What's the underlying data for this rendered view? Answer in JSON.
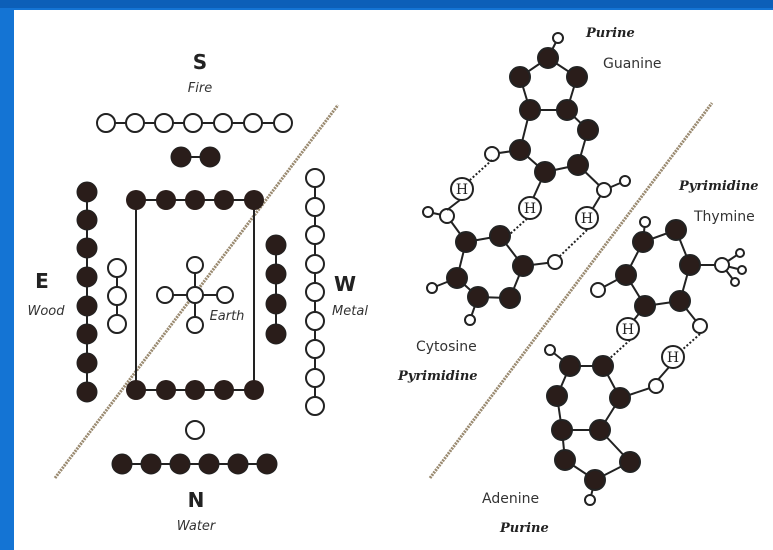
{
  "colors": {
    "frame": "#1474d4",
    "panel": "#ffffff",
    "dark_circle": "#2a1d1a",
    "line": "#222222",
    "diagonal": "#9a8a70"
  },
  "left_diagram": {
    "south": {
      "letter": "S",
      "element": "Fire"
    },
    "east": {
      "letter": "E",
      "element": "Wood"
    },
    "west": {
      "letter": "W",
      "element": "Metal"
    },
    "north": {
      "letter": "N",
      "element": "Water"
    },
    "center": {
      "element": "Earth"
    }
  },
  "right_diagram": {
    "guanine": {
      "name": "Guanine",
      "class": "Purine"
    },
    "thymine": {
      "name": "Thymine",
      "class": "Pyrimidine"
    },
    "cytosine": {
      "name": "Cytosine",
      "class": "Pyrimidine"
    },
    "adenine": {
      "name": "Adenine",
      "class": "Purine"
    },
    "hydrogen_label": "H"
  }
}
